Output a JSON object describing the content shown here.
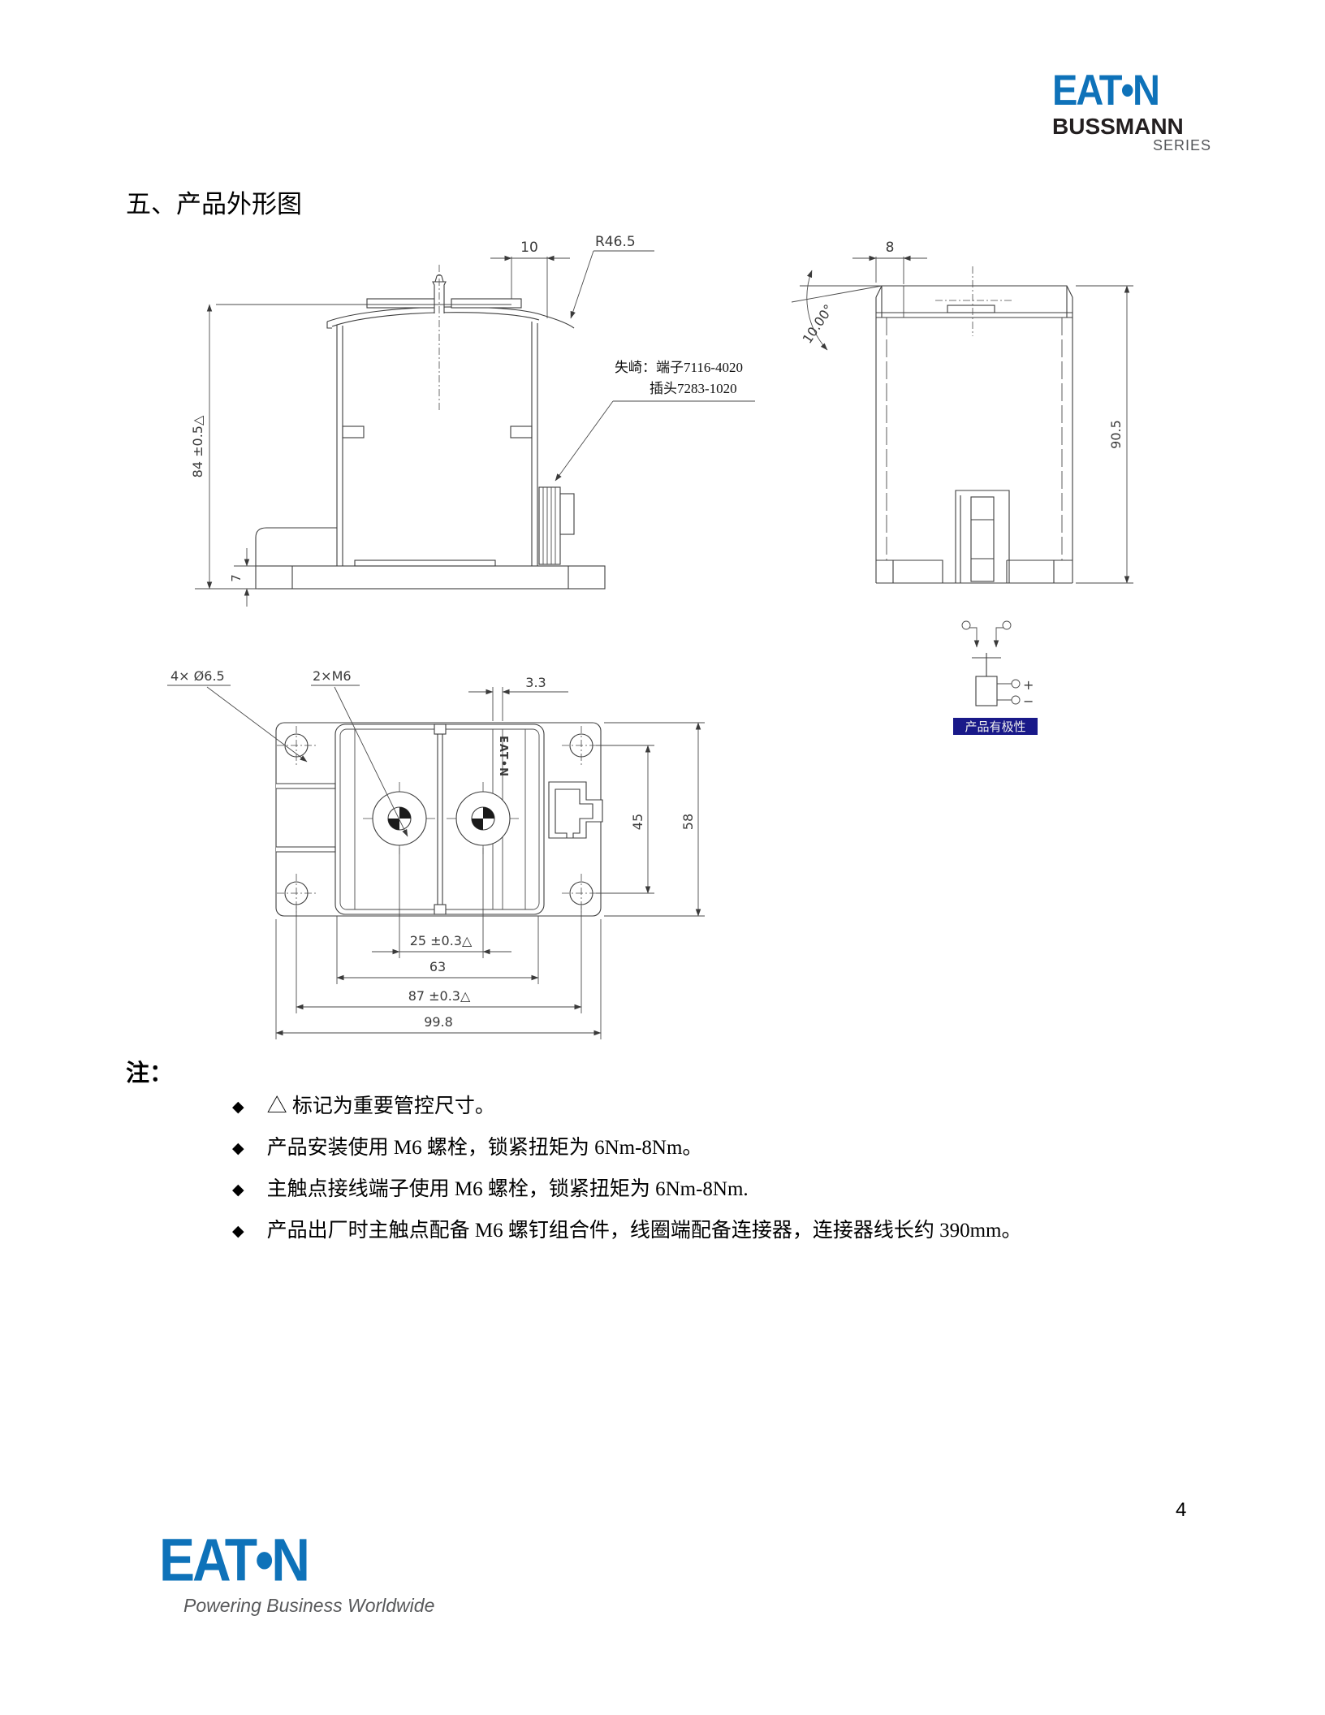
{
  "header": {
    "brand": "EAT•N",
    "series_line1": "BUSSMANN",
    "series_line2": "SERIES"
  },
  "page": {
    "section_title": "五、产品外形图",
    "page_number": "4"
  },
  "front_view": {
    "dim_top": "10",
    "radius_label": "R46.5",
    "dim_height": "84 ±0.5△",
    "dim_base": "7",
    "note_line1": "失崎：端子7116-4020",
    "note_line2": "插头7283-1020"
  },
  "side_view": {
    "dim_top": "8",
    "angle_label": "10.00°",
    "dim_height": "90.5"
  },
  "schematic": {
    "plus": "+",
    "minus": "−",
    "label": "产品有极性"
  },
  "bottom_view": {
    "holes_label": "4× Ø6.5",
    "thread_label": "2×M6",
    "dim_rib": "3.3",
    "dim_45": "45",
    "dim_58": "58",
    "dim_25": "25 ±0.3△",
    "dim_63": "63",
    "dim_87": "87 ±0.3△",
    "dim_width": "99.8",
    "brand_mark": "EAT•N"
  },
  "notes": {
    "heading": "注：",
    "bullet": "◆",
    "items": [
      "△ 标记为重要管控尺寸。",
      "产品安装使用 M6 螺栓，锁紧扭矩为 6Nm-8Nm。",
      "主触点接线端子使用 M6 螺栓，锁紧扭矩为 6Nm-8Nm.",
      "产品出厂时主触点配备 M6 螺钉组合件，线圈端配备连接器，连接器线长约 390mm。"
    ]
  },
  "footer": {
    "brand": "EAT•N",
    "tagline": "Powering Business Worldwide"
  },
  "colors": {
    "eaton_blue": "#0e72b9",
    "highlight_blue": "#191989",
    "line": "#3d3d3d"
  }
}
